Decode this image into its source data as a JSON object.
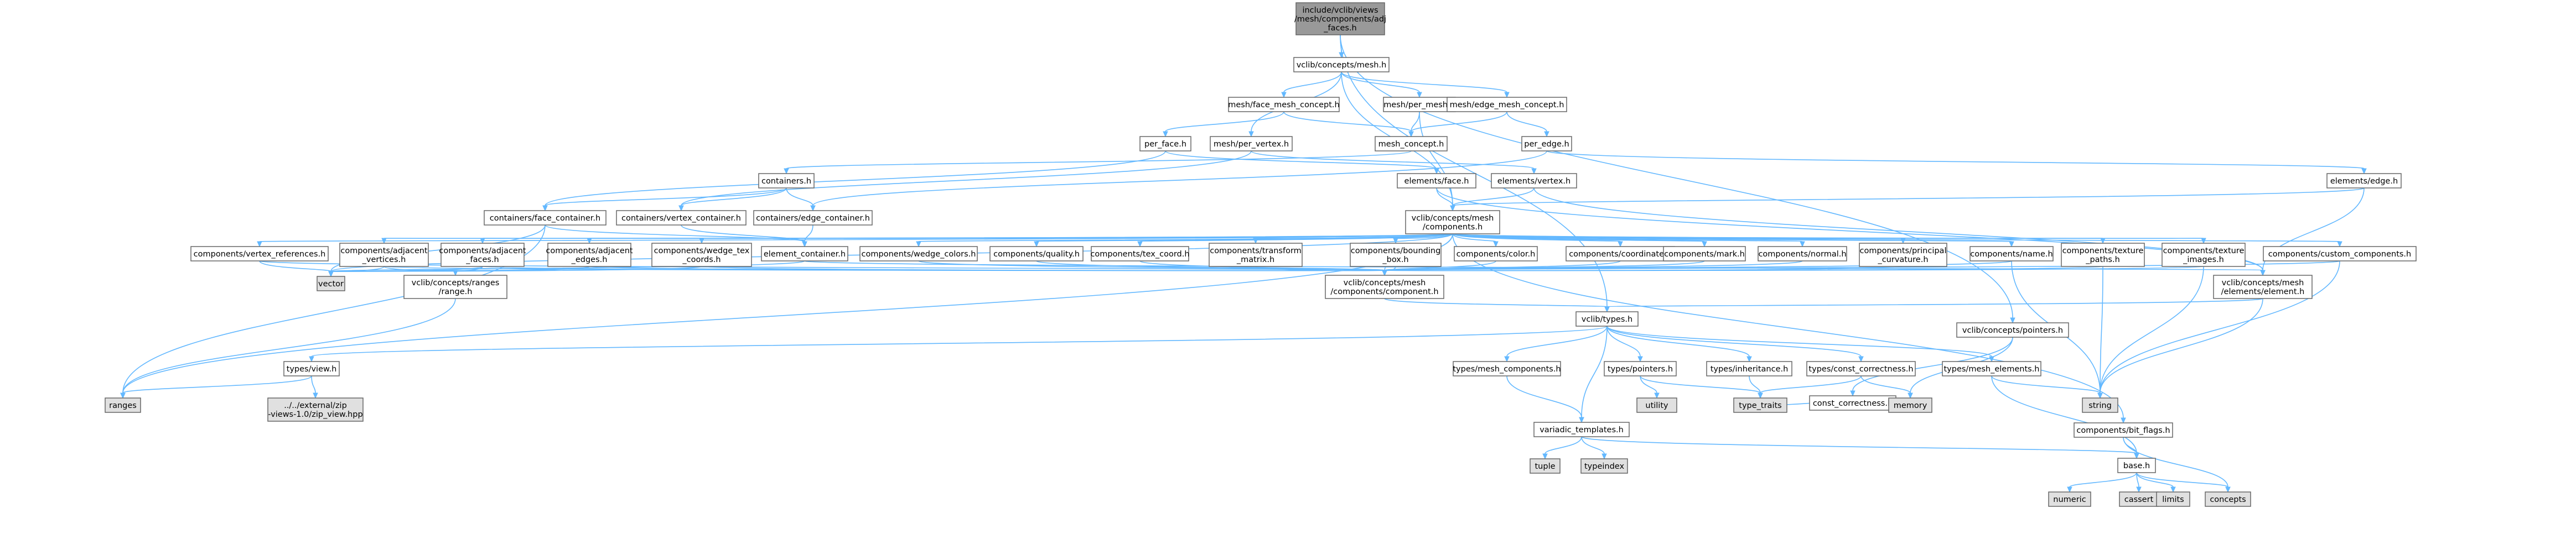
{
  "diagram": {
    "colors": {
      "node_fill": "#ffffff",
      "root_fill": "#999999",
      "external_fill": "#e0e0e0",
      "node_border": "#666666",
      "edge": "#63b8ff"
    },
    "nodes": [
      {
        "id": "root",
        "lines": [
          "include/vclib/views",
          "/mesh/components/adj",
          "_faces.h"
        ],
        "kind": "root"
      },
      {
        "id": "concepts_mesh",
        "lines": [
          "vclib/concepts/mesh.h"
        ],
        "kind": "normal"
      },
      {
        "id": "face_mesh_concept",
        "lines": [
          "mesh/face_mesh_concept.h"
        ],
        "kind": "normal"
      },
      {
        "id": "per_mesh",
        "lines": [
          "mesh/per_mesh.h"
        ],
        "kind": "normal"
      },
      {
        "id": "edge_mesh_concept",
        "lines": [
          "mesh/edge_mesh_concept.h"
        ],
        "kind": "normal"
      },
      {
        "id": "per_face",
        "lines": [
          "per_face.h"
        ],
        "kind": "normal"
      },
      {
        "id": "per_vertex",
        "lines": [
          "mesh/per_vertex.h"
        ],
        "kind": "normal"
      },
      {
        "id": "mesh_concept",
        "lines": [
          "mesh_concept.h"
        ],
        "kind": "normal"
      },
      {
        "id": "per_edge",
        "lines": [
          "per_edge.h"
        ],
        "kind": "normal"
      },
      {
        "id": "containers",
        "lines": [
          "containers.h"
        ],
        "kind": "normal"
      },
      {
        "id": "elements_face",
        "lines": [
          "elements/face.h"
        ],
        "kind": "normal"
      },
      {
        "id": "elements_vertex",
        "lines": [
          "elements/vertex.h"
        ],
        "kind": "normal"
      },
      {
        "id": "elements_edge",
        "lines": [
          "elements/edge.h"
        ],
        "kind": "normal"
      },
      {
        "id": "containers_face",
        "lines": [
          "containers/face_container.h"
        ],
        "kind": "normal"
      },
      {
        "id": "containers_vertex",
        "lines": [
          "containers/vertex_container.h"
        ],
        "kind": "normal"
      },
      {
        "id": "containers_edge",
        "lines": [
          "containers/edge_container.h"
        ],
        "kind": "normal"
      },
      {
        "id": "mesh_components",
        "lines": [
          "vclib/concepts/mesh",
          "/components.h"
        ],
        "kind": "normal"
      },
      {
        "id": "comp_vertex_refs",
        "lines": [
          "components/vertex_references.h"
        ],
        "kind": "normal"
      },
      {
        "id": "comp_adj_vertices",
        "lines": [
          "components/adjacent",
          "_vertices.h"
        ],
        "kind": "normal"
      },
      {
        "id": "comp_adj_faces",
        "lines": [
          "components/adjacent",
          "_faces.h"
        ],
        "kind": "normal"
      },
      {
        "id": "comp_adj_edges",
        "lines": [
          "components/adjacent",
          "_edges.h"
        ],
        "kind": "normal"
      },
      {
        "id": "comp_wedge_tex",
        "lines": [
          "components/wedge_tex",
          "_coords.h"
        ],
        "kind": "normal"
      },
      {
        "id": "element_container",
        "lines": [
          "element_container.h"
        ],
        "kind": "normal"
      },
      {
        "id": "comp_wedge_colors",
        "lines": [
          "components/wedge_colors.h"
        ],
        "kind": "normal"
      },
      {
        "id": "comp_quality",
        "lines": [
          "components/quality.h"
        ],
        "kind": "normal"
      },
      {
        "id": "comp_tex_coord",
        "lines": [
          "components/tex_coord.h"
        ],
        "kind": "normal"
      },
      {
        "id": "comp_transform",
        "lines": [
          "components/transform",
          "_matrix.h"
        ],
        "kind": "normal"
      },
      {
        "id": "comp_bounding",
        "lines": [
          "components/bounding",
          "_box.h"
        ],
        "kind": "normal"
      },
      {
        "id": "comp_color",
        "lines": [
          "components/color.h"
        ],
        "kind": "normal"
      },
      {
        "id": "comp_coordinate",
        "lines": [
          "components/coordinate.h"
        ],
        "kind": "normal"
      },
      {
        "id": "comp_mark",
        "lines": [
          "components/mark.h"
        ],
        "kind": "normal"
      },
      {
        "id": "comp_normal",
        "lines": [
          "components/normal.h"
        ],
        "kind": "normal"
      },
      {
        "id": "comp_principal",
        "lines": [
          "components/principal",
          "_curvature.h"
        ],
        "kind": "normal"
      },
      {
        "id": "comp_name",
        "lines": [
          "components/name.h"
        ],
        "kind": "normal"
      },
      {
        "id": "comp_tex_paths",
        "lines": [
          "components/texture",
          "_paths.h"
        ],
        "kind": "normal"
      },
      {
        "id": "comp_tex_images",
        "lines": [
          "components/texture",
          "_images.h"
        ],
        "kind": "normal"
      },
      {
        "id": "comp_custom",
        "lines": [
          "components/custom_components.h"
        ],
        "kind": "normal"
      },
      {
        "id": "vector",
        "lines": [
          "vector"
        ],
        "kind": "external"
      },
      {
        "id": "ranges_range",
        "lines": [
          "vclib/concepts/ranges",
          "/range.h"
        ],
        "kind": "normal"
      },
      {
        "id": "mesh_component",
        "lines": [
          "vclib/concepts/mesh",
          "/components/component.h"
        ],
        "kind": "normal"
      },
      {
        "id": "mesh_element",
        "lines": [
          "vclib/concepts/mesh",
          "/elements/element.h"
        ],
        "kind": "normal"
      },
      {
        "id": "types",
        "lines": [
          "vclib/types.h"
        ],
        "kind": "normal"
      },
      {
        "id": "concepts_pointers",
        "lines": [
          "vclib/concepts/pointers.h"
        ],
        "kind": "normal"
      },
      {
        "id": "types_view",
        "lines": [
          "types/view.h"
        ],
        "kind": "normal"
      },
      {
        "id": "ranges",
        "lines": [
          "ranges"
        ],
        "kind": "external"
      },
      {
        "id": "zip_view",
        "lines": [
          "../../external/zip",
          "-views-1.0/zip_view.hpp"
        ],
        "kind": "external"
      },
      {
        "id": "types_mesh_comp",
        "lines": [
          "types/mesh_components.h"
        ],
        "kind": "normal"
      },
      {
        "id": "types_pointers",
        "lines": [
          "types/pointers.h"
        ],
        "kind": "normal"
      },
      {
        "id": "types_inheritance",
        "lines": [
          "types/inheritance.h"
        ],
        "kind": "normal"
      },
      {
        "id": "types_const_corr",
        "lines": [
          "types/const_correctness.h"
        ],
        "kind": "normal"
      },
      {
        "id": "types_mesh_elements",
        "lines": [
          "types/mesh_elements.h"
        ],
        "kind": "normal"
      },
      {
        "id": "const_correctness",
        "lines": [
          "const_correctness.h"
        ],
        "kind": "normal"
      },
      {
        "id": "string",
        "lines": [
          "string"
        ],
        "kind": "external"
      },
      {
        "id": "utility",
        "lines": [
          "utility"
        ],
        "kind": "external"
      },
      {
        "id": "memory",
        "lines": [
          "memory"
        ],
        "kind": "external"
      },
      {
        "id": "type_traits",
        "lines": [
          "type_traits"
        ],
        "kind": "external"
      },
      {
        "id": "variadic",
        "lines": [
          "variadic_templates.h"
        ],
        "kind": "normal"
      },
      {
        "id": "bit_flags",
        "lines": [
          "components/bit_flags.h"
        ],
        "kind": "normal"
      },
      {
        "id": "tuple",
        "lines": [
          "tuple"
        ],
        "kind": "external"
      },
      {
        "id": "typeindex",
        "lines": [
          "typeindex"
        ],
        "kind": "external"
      },
      {
        "id": "base",
        "lines": [
          "base.h"
        ],
        "kind": "normal"
      },
      {
        "id": "numeric",
        "lines": [
          "numeric"
        ],
        "kind": "external"
      },
      {
        "id": "cassert",
        "lines": [
          "cassert"
        ],
        "kind": "external"
      },
      {
        "id": "limits",
        "lines": [
          "limits"
        ],
        "kind": "external"
      },
      {
        "id": "concepts",
        "lines": [
          "concepts"
        ],
        "kind": "external"
      }
    ],
    "edges": [
      [
        "root",
        "concepts_mesh"
      ],
      [
        "root",
        "types"
      ],
      [
        "root",
        "concepts_pointers"
      ],
      [
        "concepts_mesh",
        "face_mesh_concept"
      ],
      [
        "concepts_mesh",
        "per_mesh"
      ],
      [
        "concepts_mesh",
        "edge_mesh_concept"
      ],
      [
        "concepts_mesh",
        "per_vertex"
      ],
      [
        "concepts_mesh",
        "mesh_components"
      ],
      [
        "face_mesh_concept",
        "per_face"
      ],
      [
        "face_mesh_concept",
        "mesh_concept"
      ],
      [
        "per_mesh",
        "mesh_concept"
      ],
      [
        "per_mesh",
        "mesh_components"
      ],
      [
        "edge_mesh_concept",
        "mesh_concept"
      ],
      [
        "edge_mesh_concept",
        "per_edge"
      ],
      [
        "per_face",
        "containers_face"
      ],
      [
        "per_face",
        "elements_face"
      ],
      [
        "per_vertex",
        "containers_vertex"
      ],
      [
        "per_vertex",
        "elements_vertex"
      ],
      [
        "mesh_concept",
        "containers"
      ],
      [
        "per_edge",
        "containers_edge"
      ],
      [
        "per_edge",
        "elements_edge"
      ],
      [
        "containers",
        "containers_face"
      ],
      [
        "containers",
        "containers_vertex"
      ],
      [
        "containers",
        "containers_edge"
      ],
      [
        "elements_face",
        "mesh_components"
      ],
      [
        "elements_face",
        "mesh_element"
      ],
      [
        "elements_vertex",
        "mesh_components"
      ],
      [
        "elements_vertex",
        "mesh_element"
      ],
      [
        "elements_edge",
        "mesh_components"
      ],
      [
        "elements_edge",
        "mesh_element"
      ],
      [
        "containers_face",
        "element_container"
      ],
      [
        "containers_face",
        "ranges"
      ],
      [
        "containers_face",
        "vector"
      ],
      [
        "containers_vertex",
        "element_container"
      ],
      [
        "containers_edge",
        "element_container"
      ],
      [
        "mesh_components",
        "comp_vertex_refs"
      ],
      [
        "mesh_components",
        "comp_adj_vertices"
      ],
      [
        "mesh_components",
        "comp_adj_faces"
      ],
      [
        "mesh_components",
        "comp_adj_edges"
      ],
      [
        "mesh_components",
        "comp_wedge_tex"
      ],
      [
        "mesh_components",
        "comp_wedge_colors"
      ],
      [
        "mesh_components",
        "comp_quality"
      ],
      [
        "mesh_components",
        "comp_tex_coord"
      ],
      [
        "mesh_components",
        "comp_transform"
      ],
      [
        "mesh_components",
        "comp_bounding"
      ],
      [
        "mesh_components",
        "comp_color"
      ],
      [
        "mesh_components",
        "comp_coordinate"
      ],
      [
        "mesh_components",
        "comp_mark"
      ],
      [
        "mesh_components",
        "comp_normal"
      ],
      [
        "mesh_components",
        "comp_principal"
      ],
      [
        "mesh_components",
        "comp_name"
      ],
      [
        "mesh_components",
        "comp_tex_paths"
      ],
      [
        "mesh_components",
        "comp_tex_images"
      ],
      [
        "mesh_components",
        "comp_custom"
      ],
      [
        "mesh_components",
        "bit_flags"
      ],
      [
        "mesh_components",
        "mesh_component"
      ],
      [
        "mesh_components",
        "vector"
      ],
      [
        "mesh_components",
        "ranges"
      ],
      [
        "comp_vertex_refs",
        "mesh_component"
      ],
      [
        "comp_vertex_refs",
        "vector"
      ],
      [
        "comp_adj_vertices",
        "mesh_component"
      ],
      [
        "comp_adj_vertices",
        "ranges_range"
      ],
      [
        "comp_adj_vertices",
        "vector"
      ],
      [
        "comp_adj_faces",
        "mesh_component"
      ],
      [
        "comp_adj_faces",
        "ranges_range"
      ],
      [
        "comp_adj_faces",
        "vector"
      ],
      [
        "comp_adj_edges",
        "mesh_component"
      ],
      [
        "comp_adj_edges",
        "ranges_range"
      ],
      [
        "comp_adj_edges",
        "vector"
      ],
      [
        "comp_wedge_tex",
        "mesh_component"
      ],
      [
        "comp_wedge_tex",
        "vector"
      ],
      [
        "element_container",
        "mesh_element"
      ],
      [
        "element_container",
        "vector"
      ],
      [
        "comp_wedge_colors",
        "mesh_component"
      ],
      [
        "comp_quality",
        "mesh_component"
      ],
      [
        "comp_tex_coord",
        "mesh_component"
      ],
      [
        "comp_transform",
        "mesh_component"
      ],
      [
        "comp_bounding",
        "mesh_component"
      ],
      [
        "comp_color",
        "mesh_component"
      ],
      [
        "comp_coordinate",
        "mesh_component"
      ],
      [
        "comp_mark",
        "mesh_component"
      ],
      [
        "comp_normal",
        "mesh_component"
      ],
      [
        "comp_principal",
        "mesh_component"
      ],
      [
        "comp_name",
        "mesh_component"
      ],
      [
        "comp_name",
        "string"
      ],
      [
        "comp_tex_paths",
        "mesh_component"
      ],
      [
        "comp_tex_paths",
        "string"
      ],
      [
        "comp_tex_images",
        "mesh_component"
      ],
      [
        "comp_tex_images",
        "string"
      ],
      [
        "comp_custom",
        "mesh_component"
      ],
      [
        "comp_custom",
        "string"
      ],
      [
        "ranges_range",
        "ranges"
      ],
      [
        "mesh_component",
        "types"
      ],
      [
        "mesh_element",
        "types"
      ],
      [
        "mesh_element",
        "string"
      ],
      [
        "types",
        "types_view"
      ],
      [
        "types",
        "types_mesh_comp"
      ],
      [
        "types",
        "types_pointers"
      ],
      [
        "types",
        "types_inheritance"
      ],
      [
        "types",
        "types_const_corr"
      ],
      [
        "types",
        "types_mesh_elements"
      ],
      [
        "types",
        "variadic"
      ],
      [
        "concepts_pointers",
        "const_correctness"
      ],
      [
        "concepts_pointers",
        "memory"
      ],
      [
        "types_view",
        "ranges"
      ],
      [
        "types_view",
        "zip_view"
      ],
      [
        "types_mesh_comp",
        "variadic"
      ],
      [
        "types_pointers",
        "utility"
      ],
      [
        "types_pointers",
        "type_traits"
      ],
      [
        "types_inheritance",
        "type_traits"
      ],
      [
        "types_const_corr",
        "memory"
      ],
      [
        "types_const_corr",
        "type_traits"
      ],
      [
        "types_mesh_elements",
        "string"
      ],
      [
        "types_mesh_elements",
        "base"
      ],
      [
        "const_correctness",
        "type_traits"
      ],
      [
        "variadic",
        "tuple"
      ],
      [
        "variadic",
        "typeindex"
      ],
      [
        "variadic",
        "base"
      ],
      [
        "bit_flags",
        "base"
      ],
      [
        "bit_flags",
        "concepts"
      ],
      [
        "base",
        "numeric"
      ],
      [
        "base",
        "cassert"
      ],
      [
        "base",
        "limits"
      ],
      [
        "base",
        "concepts"
      ]
    ]
  }
}
